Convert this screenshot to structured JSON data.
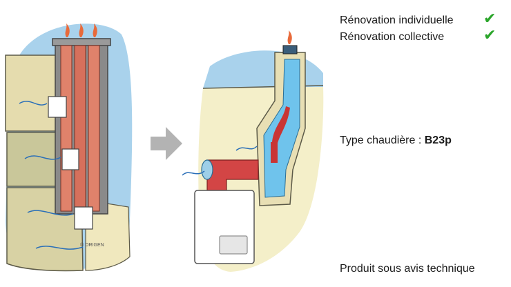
{
  "labels": {
    "renovation_individuelle": "Rénovation individuelle",
    "renovation_collective": "Rénovation collective",
    "type_prefix": "Type chaudière : ",
    "type_value": "B23p",
    "avis": "Produit sous avis technique",
    "copyright": "© ORIGEN"
  },
  "icons": {
    "check": "check-icon",
    "arrow": "arrow-right-icon"
  },
  "colors": {
    "check_green": "#2aa52a",
    "arrow_gray": "#b3b3b3",
    "sky_blue": "#a9d2ec",
    "wall_cream": "#f4efc9",
    "flue_red": "#d34545",
    "water_blue": "#6fc3ec"
  }
}
